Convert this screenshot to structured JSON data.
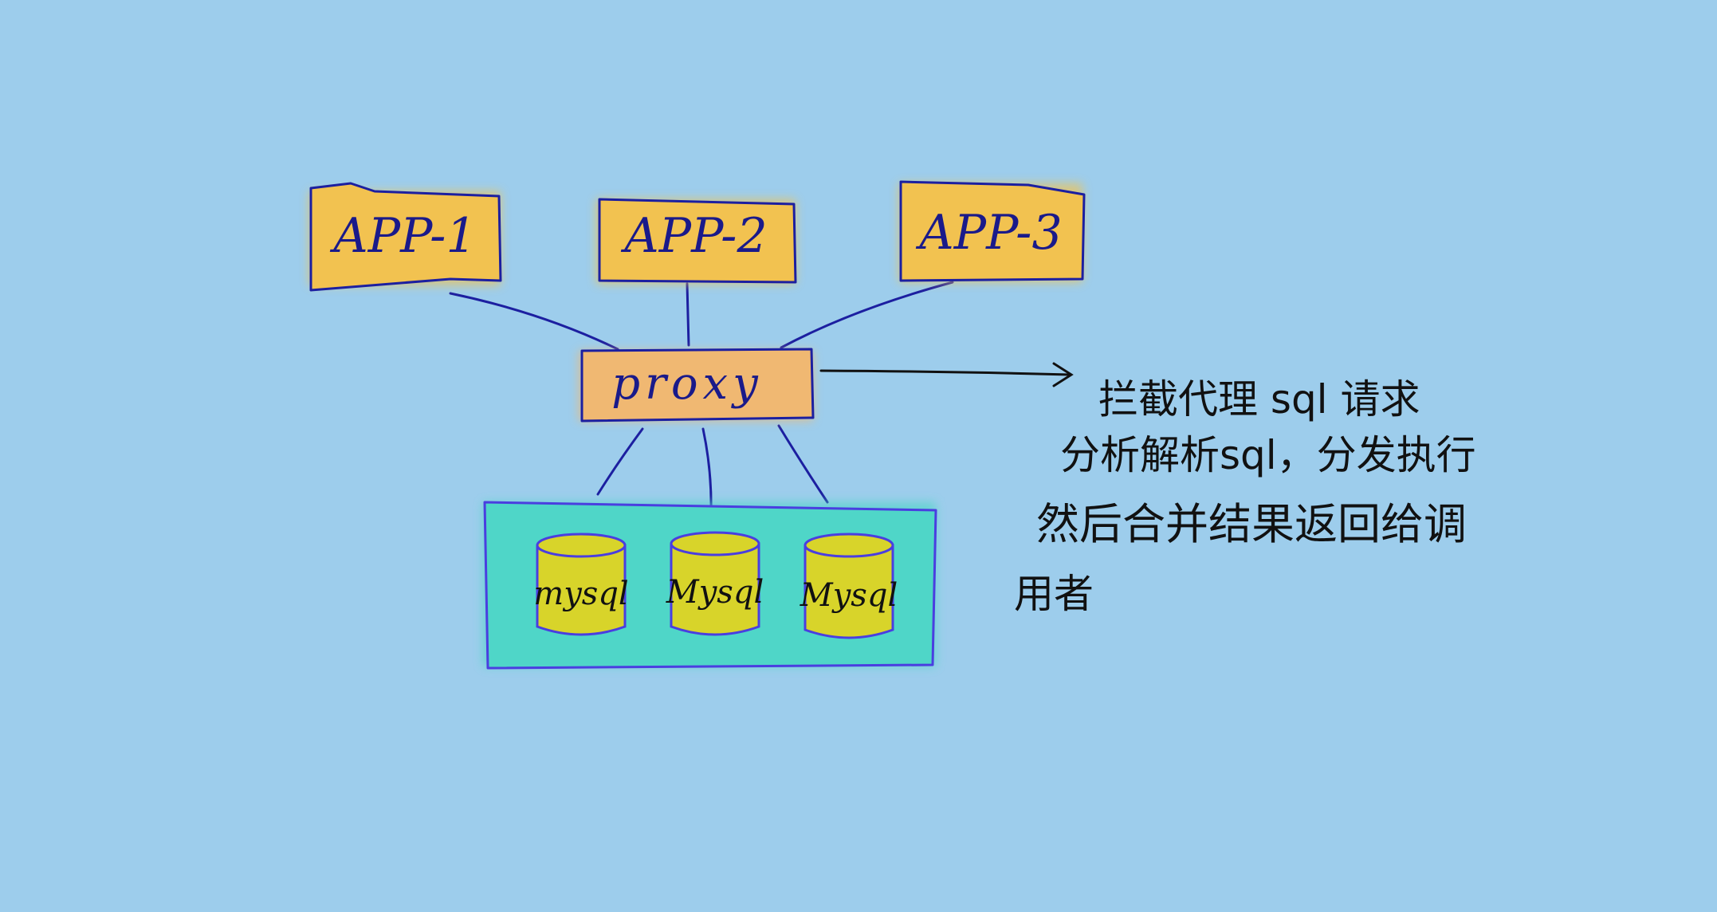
{
  "diagram": {
    "apps": [
      {
        "label": "APP-1"
      },
      {
        "label": "APP-2"
      },
      {
        "label": "APP-3"
      }
    ],
    "proxy": {
      "label": "proxy"
    },
    "databases": [
      {
        "label": "mysql"
      },
      {
        "label": "Mysql"
      },
      {
        "label": "Mysql"
      }
    ],
    "annotation": {
      "lines": [
        "拦截代理 sql 请求",
        "分析解析sql，分发执行",
        "然后合并结果返回给调",
        "用者"
      ]
    },
    "colors": {
      "background": "#9dcdec",
      "app_fill": "#f2c250",
      "proxy_fill": "#f0b872",
      "cluster_fill": "#4fd6c8",
      "db_fill": "#d8d42a",
      "stroke": "#1c1fa0",
      "cluster_stroke": "#4a3ee0",
      "arrow": "#111111",
      "text": "#1a1a8a",
      "note_text": "#111111"
    }
  }
}
